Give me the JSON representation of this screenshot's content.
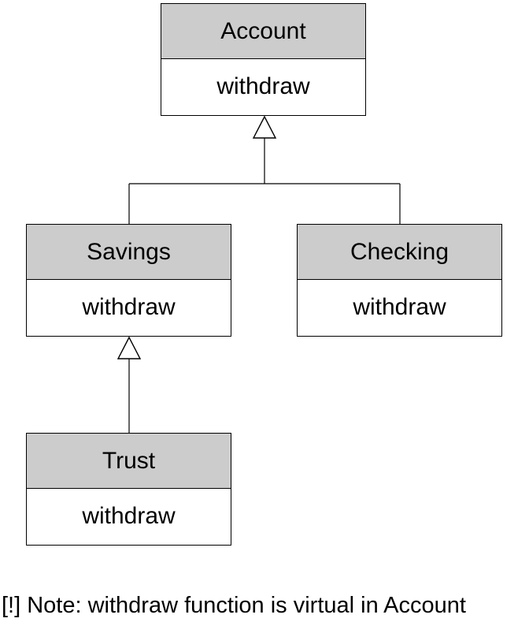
{
  "classes": {
    "account": {
      "name": "Account",
      "method": "withdraw"
    },
    "savings": {
      "name": "Savings",
      "method": "withdraw"
    },
    "checking": {
      "name": "Checking",
      "method": "withdraw"
    },
    "trust": {
      "name": "Trust",
      "method": "withdraw"
    }
  },
  "note": "[!] Note: withdraw function is virtual in Account"
}
